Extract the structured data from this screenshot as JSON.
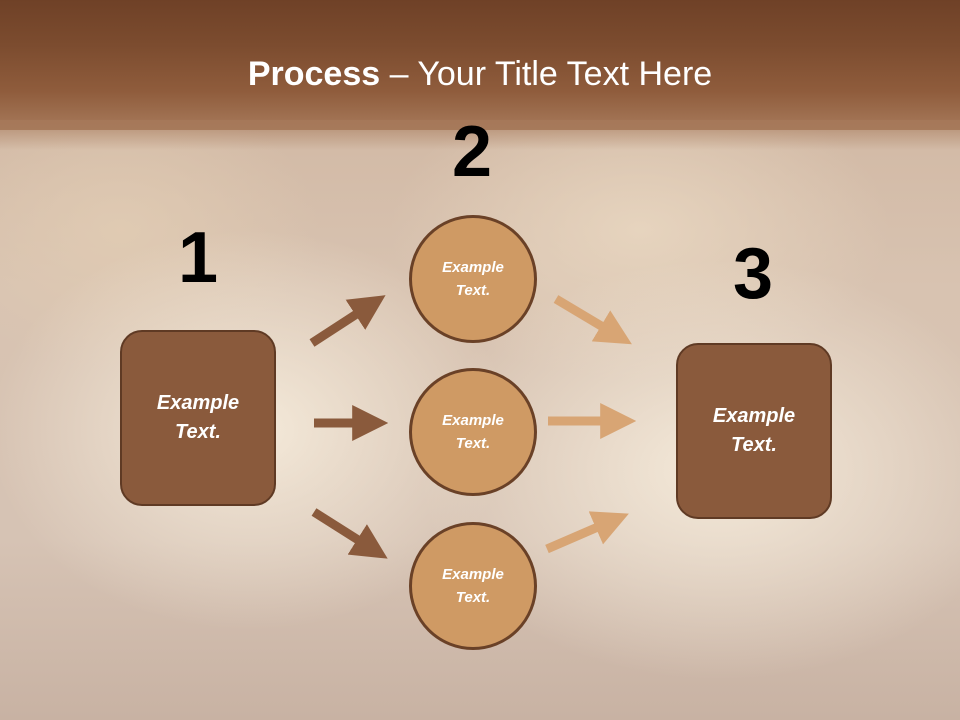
{
  "title": {
    "bold": "Process",
    "rest": " – Your Title Text Here"
  },
  "steps": [
    {
      "number": "1"
    },
    {
      "number": "2"
    },
    {
      "number": "3"
    }
  ],
  "boxes": {
    "left": "Example\nText.",
    "right": "Example\nText."
  },
  "circles": [
    {
      "text": "Example\nText."
    },
    {
      "text": "Example\nText."
    },
    {
      "text": "Example\nText."
    }
  ],
  "colors": {
    "dark_arrow": "#8a5a3c",
    "light_arrow": "#d8a574",
    "box_fill": "#8a5a3c",
    "circle_fill": "#cf9a64"
  }
}
